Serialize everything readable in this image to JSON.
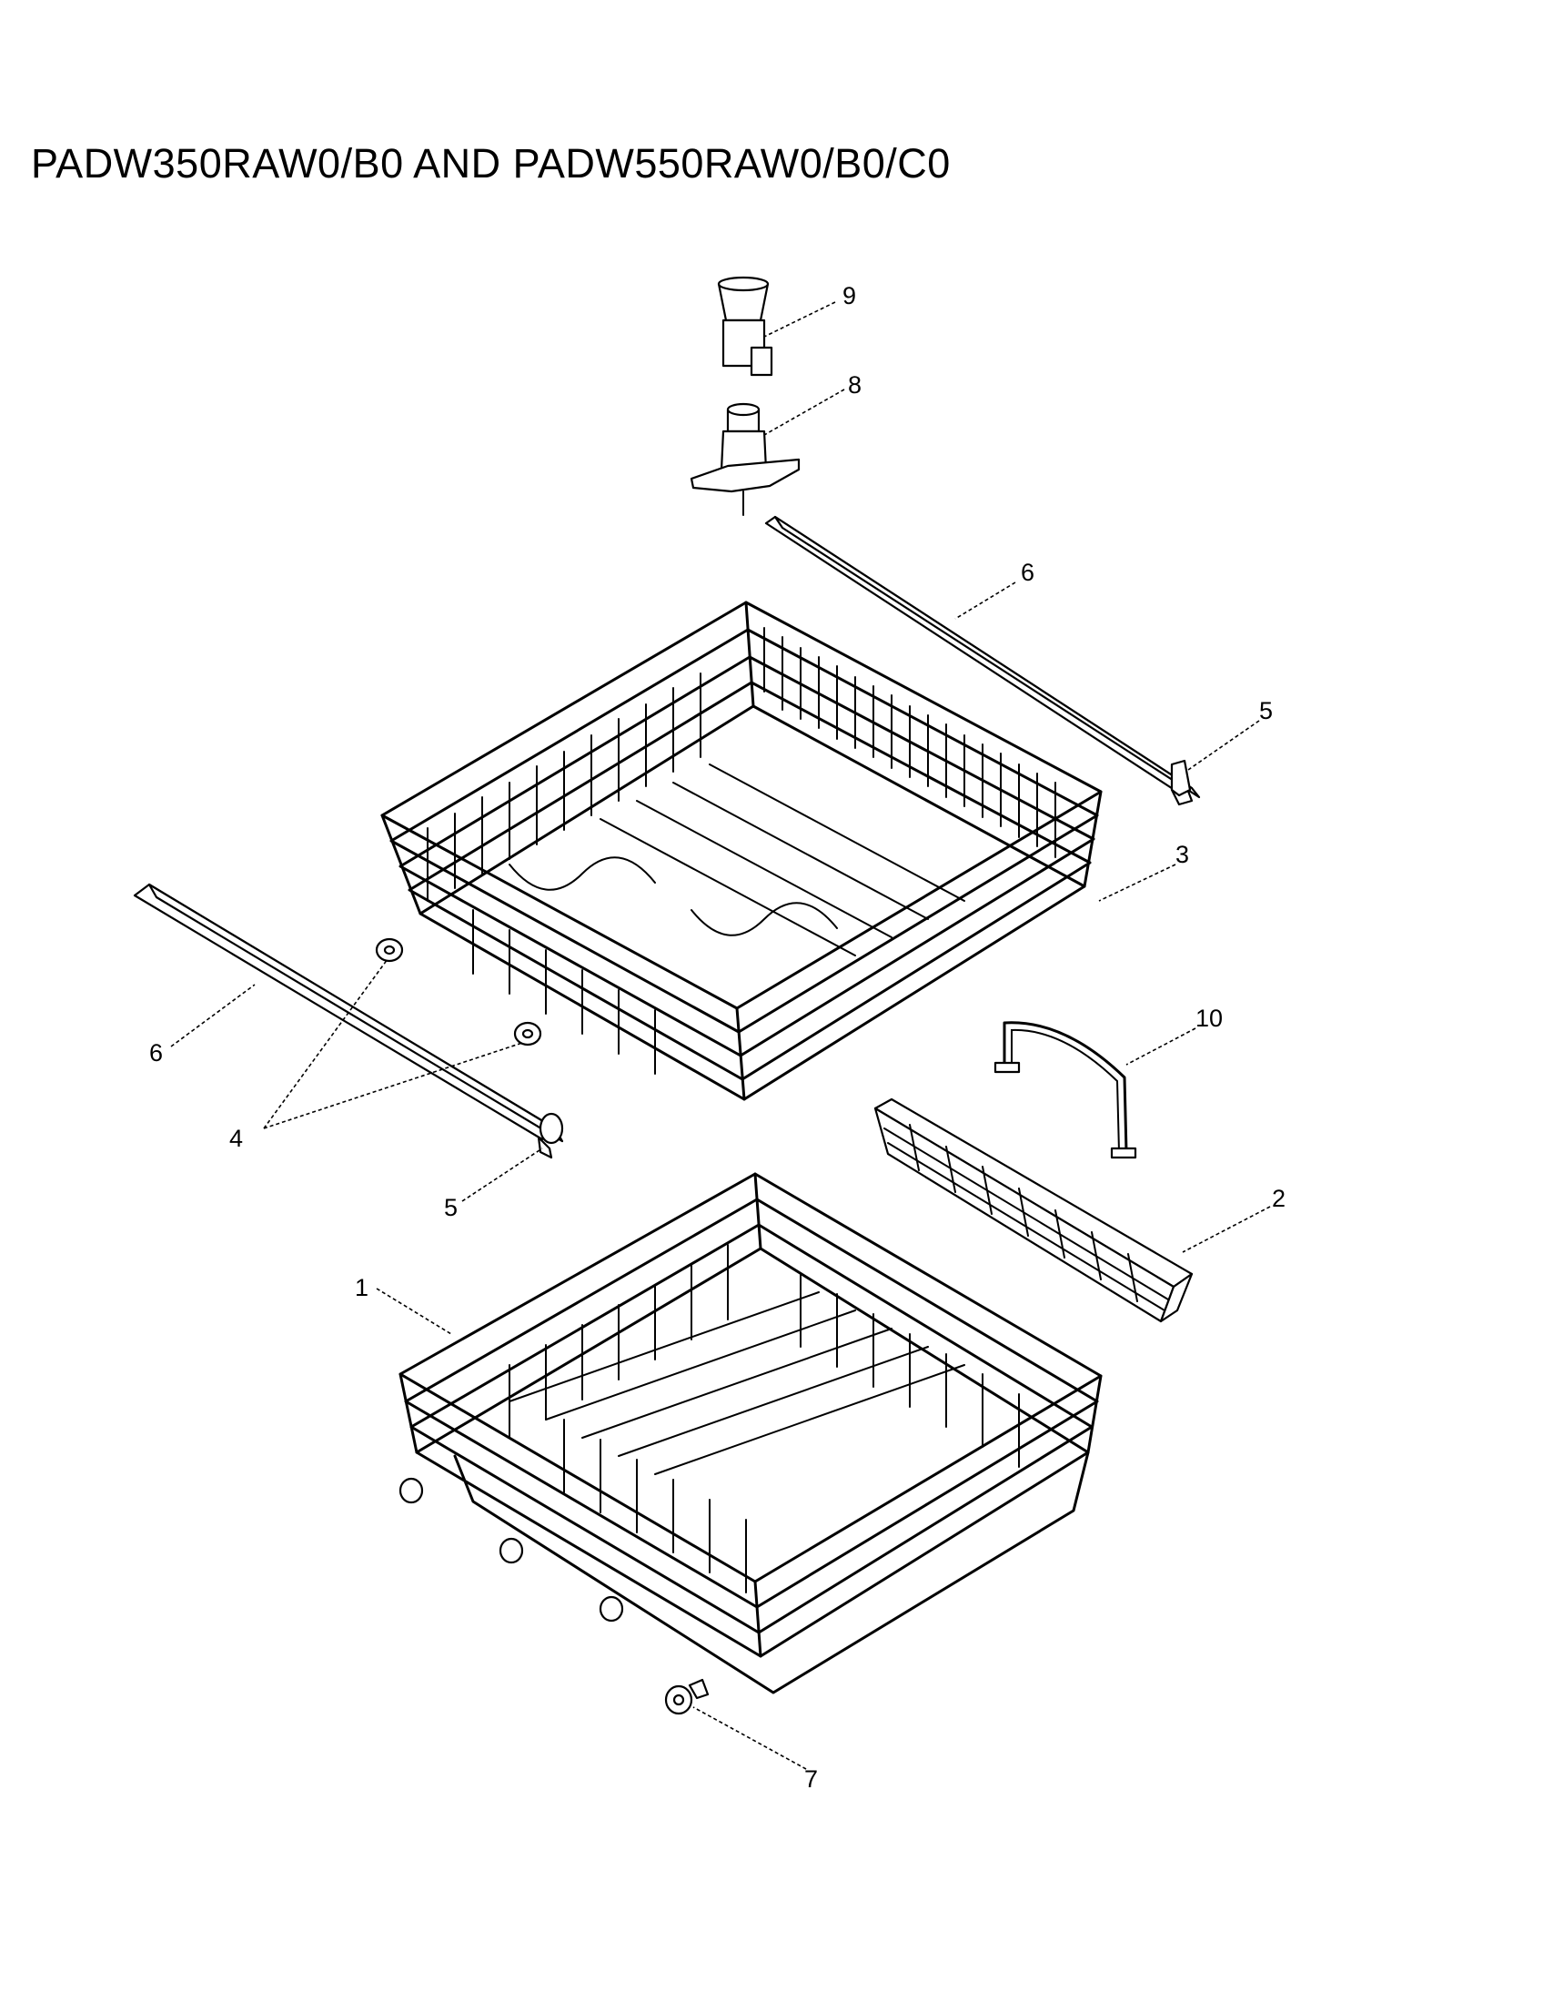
{
  "title": "PADW350RAW0/B0 AND PADW550RAW0/B0/C0",
  "callouts": {
    "c1": "1",
    "c2": "2",
    "c3": "3",
    "c4": "4",
    "c5a": "5",
    "c5b": "5",
    "c6a": "6",
    "c6b": "6",
    "c7": "7",
    "c8": "8",
    "c9": "9",
    "c10": "10"
  }
}
